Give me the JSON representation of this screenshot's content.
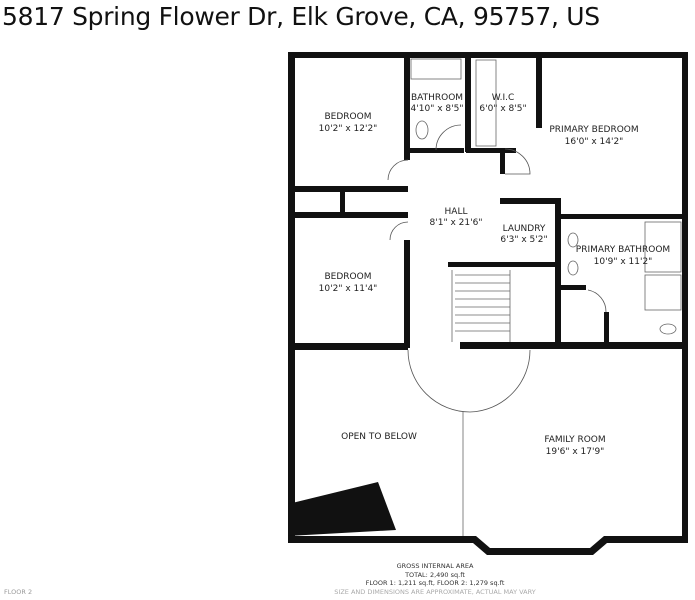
{
  "title": "5817 Spring Flower Dr, Elk Grove, CA, 95757, US",
  "rooms": [
    {
      "name": "BEDROOM",
      "size": "10'2\" x 12'2\""
    },
    {
      "name": "BATHROOM",
      "size": "4'10\" x 8'5\""
    },
    {
      "name": "W.I.C",
      "size": "6'0\" x 8'5\""
    },
    {
      "name": "PRIMARY BEDROOM",
      "size": "16'0\" x 14'2\""
    },
    {
      "name": "HALL",
      "size": "8'1\" x 21'6\""
    },
    {
      "name": "LAUNDRY",
      "size": "6'3\" x 5'2\""
    },
    {
      "name": "PRIMARY BATHROOM",
      "size": "10'9\" x 11'2\""
    },
    {
      "name": "BEDROOM",
      "size": "10'2\" x 11'4\""
    },
    {
      "name": "OPEN TO BELOW",
      "size": ""
    },
    {
      "name": "FAMILY ROOM",
      "size": "19'6\" x 17'9\""
    }
  ],
  "area": {
    "heading": "GROSS INTERNAL AREA",
    "total": "TOTAL: 2,490 sq.ft",
    "floors": "FLOOR 1: 1,211 sq.ft, FLOOR 2: 1,279 sq.ft",
    "note": "SIZE AND DIMENSIONS ARE APPROXIMATE, ACTUAL MAY VARY"
  },
  "floor_label": "FLOOR 2"
}
